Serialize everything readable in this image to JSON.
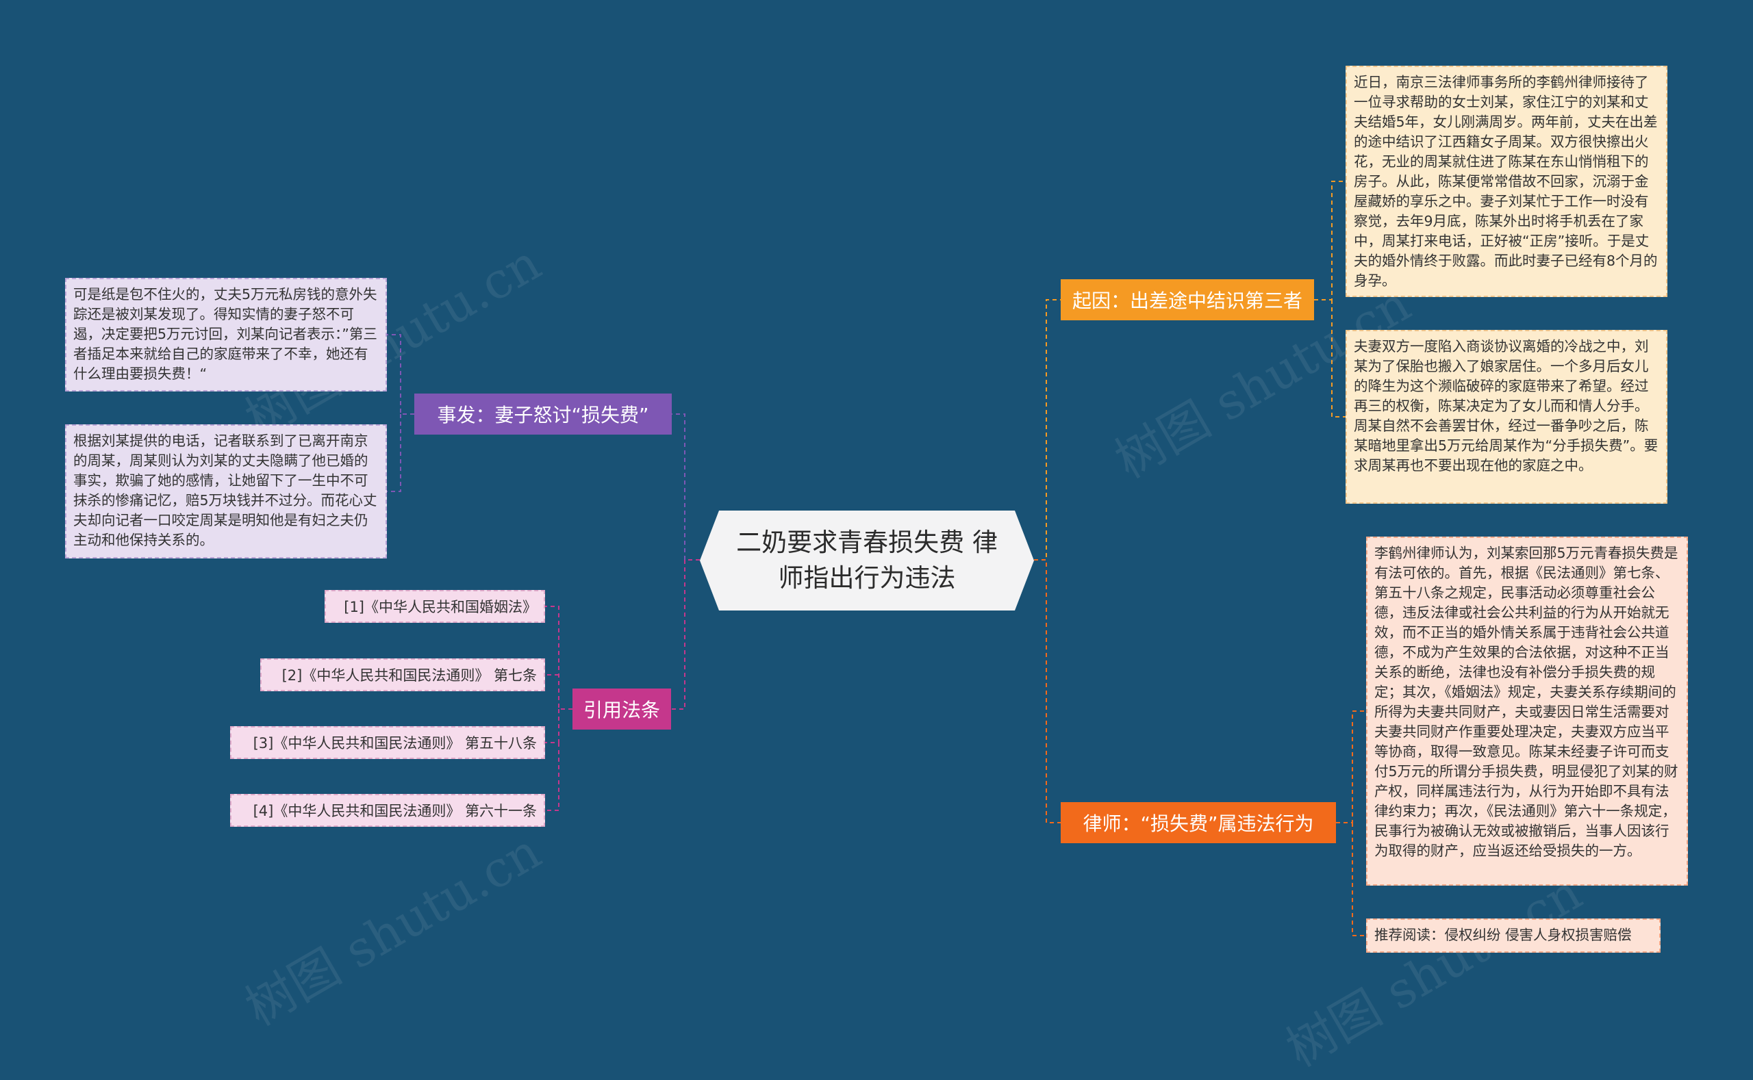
{
  "root": {
    "title": "二奶要求青春损失费 律师指出行为违法"
  },
  "branches": {
    "cause": {
      "label": "起因：出差途中结识第三者",
      "color": "#f59a23",
      "texts": [
        "近日，南京三法律师事务所的李鹤州律师接待了一位寻求帮助的女士刘某，家住江宁的刘某和丈夫结婚5年，女儿刚满周岁。两年前，丈夫在出差的途中结识了江西籍女子周某。双方很快擦出火花，无业的周某就住进了陈某在东山悄悄租下的房子。从此，陈某便常常借故不回家，沉溺于金屋藏娇的享乐之中。妻子刘某忙于工作一时没有察觉，去年9月底，陈某外出时将手机丢在了家中，周某打来电话，正好被“正房”接听。于是丈夫的婚外情终于败露。而此时妻子已经有8个月的身孕。",
        "夫妻双方一度陷入商谈协议离婚的冷战之中，刘某为了保胎也搬入了娘家居住。一个多月后女儿的降生为这个濒临破碎的家庭带来了希望。经过再三的权衡，陈某决定为了女儿而和情人分手。周某自然不会善罢甘休，经过一番争吵之后，陈某暗地里拿出5万元给周某作为“分手损失费”。要求周某再也不要出现在他的家庭之中。"
      ]
    },
    "incident": {
      "label": "事发：妻子怒讨“损失费”",
      "color": "#7e57b4",
      "texts": [
        "可是纸是包不住火的，丈夫5万元私房钱的意外失踪还是被刘某发现了。得知实情的妻子怒不可遏，决定要把5万元讨回，刘某向记者表示：”第三者插足本来就给自己的家庭带来了不幸，她还有什么理由要损失费！“",
        "根据刘某提供的电话，记者联系到了已离开南京的周某，周某则认为刘某的丈夫隐瞒了他已婚的事实，欺骗了她的感情，让她留下了一生中不可抹杀的惨痛记忆，赔5万块钱并不过分。而花心丈夫却向记者一口咬定周某是明知他是有妇之夫仍主动和他保持关系的。"
      ]
    },
    "laws": {
      "label": "引用法条",
      "color": "#c5378c",
      "items": [
        "[1]《中华人民共和国婚姻法》",
        "[2]《中华人民共和国民法通则》 第七条",
        "[3]《中华人民共和国民法通则》 第五十八条",
        "[4]《中华人民共和国民法通则》 第六十一条"
      ]
    },
    "lawyer": {
      "label": "律师：“损失费”属违法行为",
      "color": "#f26a1b",
      "texts": [
        "李鹤州律师认为，刘某索回那5万元青春损失费是有法可依的。首先，根据《民法通则》第七条、第五十八条之规定，民事活动必须尊重社会公德，违反法律或社会公共利益的行为从开始就无效，而不正当的婚外情关系属于违背社会公共道德，不成为产生效果的合法依据，对这种不正当关系的断绝，法律也没有补偿分手损失费的规定；其次，《婚姻法》规定，夫妻关系存续期间的所得为夫妻共同财产，夫或妻因日常生活需要对夫妻共同财产作重要处理决定，夫妻双方应当平等协商，取得一致意见。陈某未经妻子许可而支付5万元的所谓分手损失费，明显侵犯了刘某的财产权，同样属违法行为，从行为开始即不具有法律约束力；再次，《民法通则》第六十一条规定，民事行为被确认无效或被撤销后，当事人因该行为取得的财产，应当返还给受损失的一方。",
        "推荐阅读：侵权纠纷 侵害人身权损害赔偿"
      ]
    }
  },
  "watermark": "树图 shutu.cn"
}
